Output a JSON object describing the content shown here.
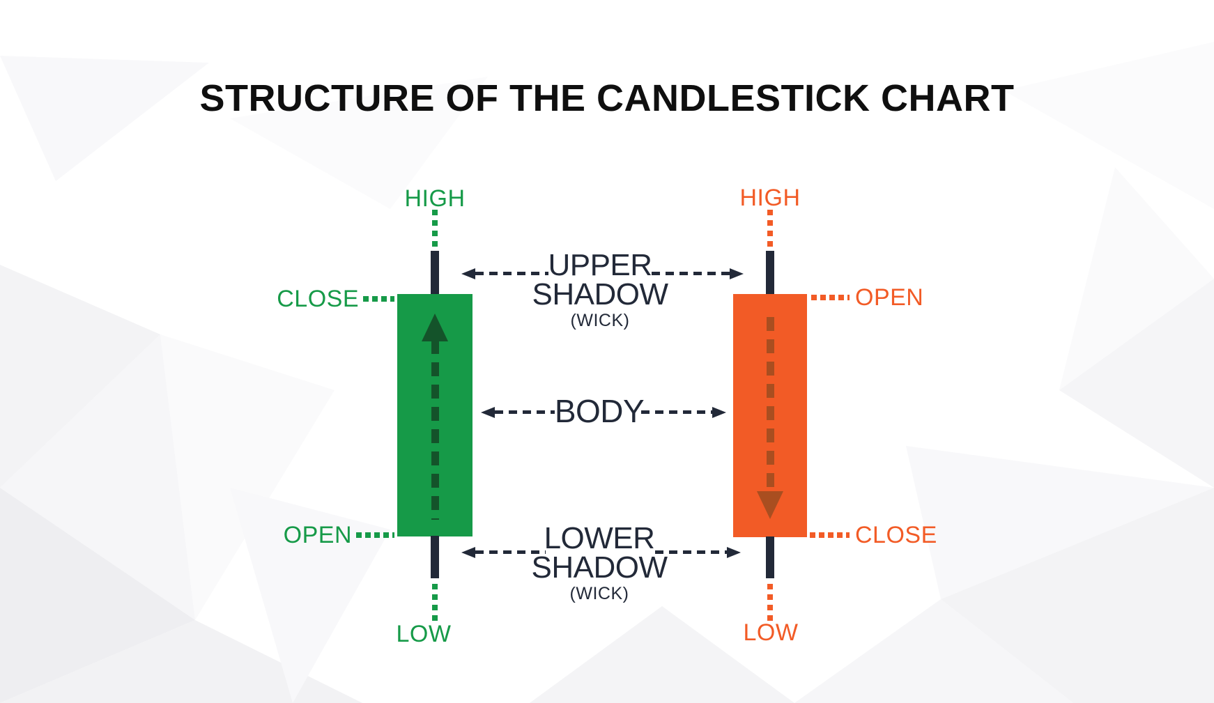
{
  "title": "STRUCTURE OF THE CANDLESTICK CHART",
  "colors": {
    "bullish": "#169a48",
    "bullish_dark": "#14532a",
    "bearish": "#f25b26",
    "bearish_dark": "#a94e20",
    "ink": "#222938",
    "title_ink": "#0f0f0f"
  },
  "bullish_candle": {
    "direction": "up",
    "high": "HIGH",
    "close": "CLOSE",
    "open": "OPEN",
    "low": "LOW"
  },
  "bearish_candle": {
    "direction": "down",
    "high": "HIGH",
    "open": "OPEN",
    "close": "CLOSE",
    "low": "LOW"
  },
  "annotations": {
    "upper_shadow_line1": "UPPER",
    "upper_shadow_line2": "SHADOW",
    "upper_shadow_line3": "(WICK)",
    "body": "BODY",
    "lower_shadow_line1": "LOWER",
    "lower_shadow_line2": "SHADOW",
    "lower_shadow_line3": "(WICK)"
  }
}
